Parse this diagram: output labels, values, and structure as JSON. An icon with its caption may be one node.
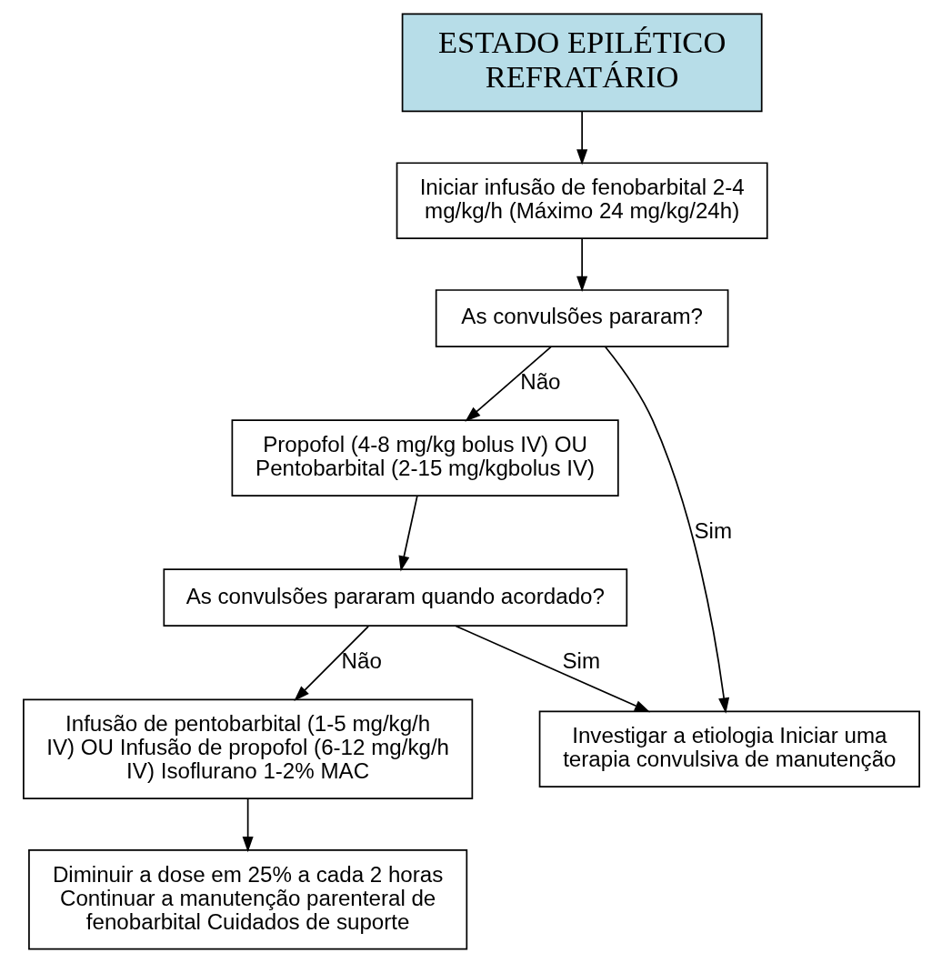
{
  "diagram": {
    "nodes": [
      {
        "text": [
          "ESTADO EPILÉTICO REFRATÁRIO"
        ]
      },
      {
        "text": [
          "Iniciar infusão de fenobarbital 2-4 mg/kg/h (Máximo 24 mg/kg/24h)"
        ]
      },
      {
        "text": [
          "As convulsões pararam?"
        ]
      },
      {
        "text": [
          "Propofol (4-8 mg/kg bolus IV) OU Pentobarbital (2-15 mg/kgbolus IV)"
        ]
      },
      {
        "text": [
          "As convulsões pararam quando acordado?"
        ]
      },
      {
        "text": [
          "Investigar a etiologia Iniciar uma terapia convulsiva de manutenção"
        ]
      },
      {
        "text": [
          "Infusão de pentobarbital (1-5 mg/kg/h IV) OU Infusão de propofol (6-12 mg/kg/h IV) Isoflurano 1-2% MAC"
        ]
      },
      {
        "text": [
          "Diminuir a dose em 25% a cada 2 horas Continuar a manutenção parenteral de fenobarbital Cuidados de suporte"
        ]
      }
    ],
    "edges": [
      {
        "from": 0,
        "to": 1,
        "arrow": "to"
      },
      {
        "from": 1,
        "to": 2,
        "arrow": "to"
      },
      {
        "from": 2,
        "to": 5,
        "arrow": "to",
        "label": "Sim"
      },
      {
        "from": 2,
        "to": 3,
        "arrow": "to",
        "label": "Não"
      },
      {
        "from": 3,
        "to": 4,
        "arrow": "to"
      },
      {
        "from": 4,
        "to": 5,
        "arrow": "to",
        "label": "Sim"
      },
      {
        "from": 4,
        "to": 6,
        "arrow": "to",
        "label": "Não"
      },
      {
        "from": 6,
        "to": 7,
        "arrow": "to"
      }
    ]
  }
}
